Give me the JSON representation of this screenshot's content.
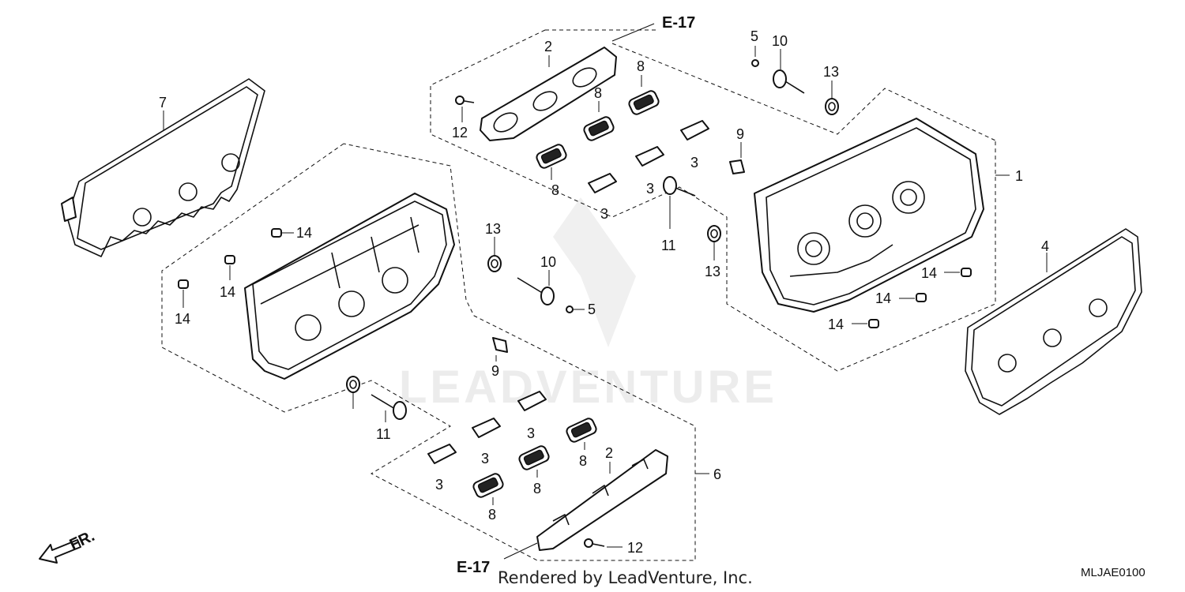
{
  "diagram": {
    "code": "MLJAE0100",
    "rendered_by": "Rendered by LeadVenture, Inc.",
    "watermark": "LEADVENTURE",
    "front_label": "FR.",
    "ref_top": "E-17",
    "ref_bottom": "E-17",
    "callouts": {
      "c1": "1",
      "c2a": "2",
      "c2b": "2",
      "c3a": "3",
      "c3b": "3",
      "c3c": "3",
      "c3d": "3",
      "c3e": "3",
      "c3f": "3",
      "c4": "4",
      "c5a": "5",
      "c5b": "5",
      "c6": "6",
      "c7": "7",
      "c8a": "8",
      "c8b": "8",
      "c8c": "8",
      "c8d": "8",
      "c8e": "8",
      "c8f": "8",
      "c9a": "9",
      "c9b": "9",
      "c10a": "10",
      "c10b": "10",
      "c11a": "11",
      "c11b": "11",
      "c12a": "12",
      "c12b": "12",
      "c13a": "13",
      "c13b": "13",
      "c13c": "13",
      "c14a": "14",
      "c14b": "14",
      "c14c": "14",
      "c14d": "14",
      "c14e": "14",
      "c14f": "14"
    }
  }
}
